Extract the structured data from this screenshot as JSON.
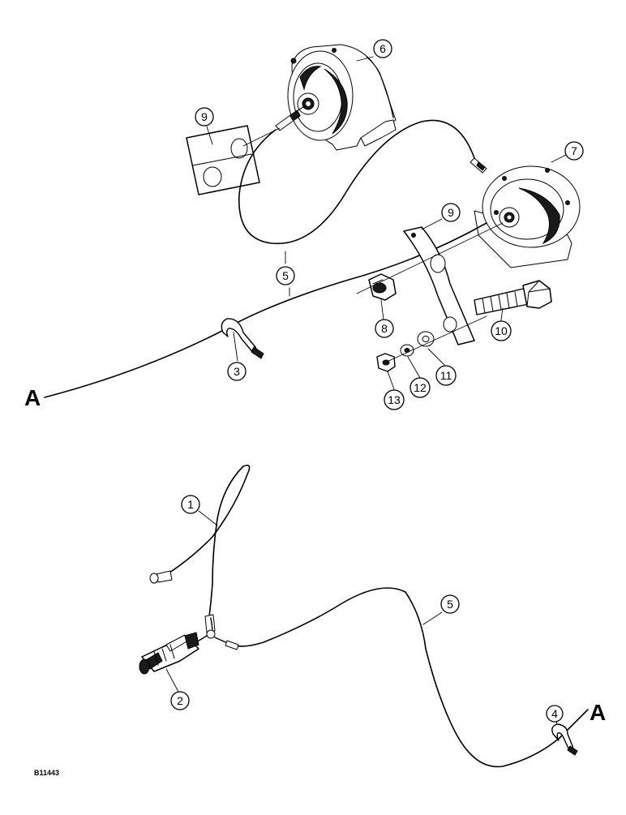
{
  "figure_id": "B11443",
  "connector_labels": {
    "upper_left": "A",
    "lower_right": "A"
  },
  "callouts": {
    "c1": "1",
    "c2": "2",
    "c3": "3",
    "c4": "4",
    "c5_upper": "5",
    "c5_lower": "5",
    "c6": "6",
    "c7": "7",
    "c8": "8",
    "c9_left": "9",
    "c9_right": "9",
    "c10": "10",
    "c11": "11",
    "c12": "12",
    "c13": "13"
  }
}
